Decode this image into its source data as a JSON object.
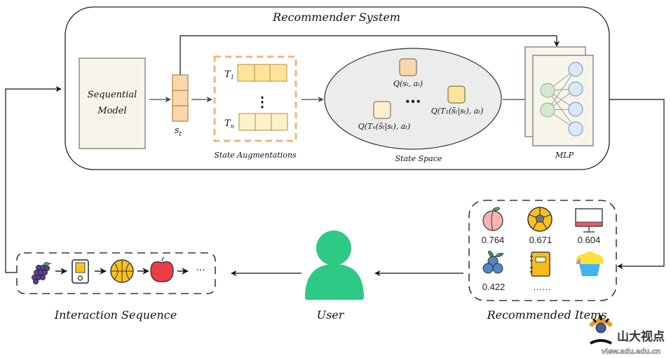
{
  "system": {
    "title": "Recommender System",
    "sequential_model": [
      "Sequential",
      "Model"
    ],
    "state_label": "s",
    "state_subscript": "t",
    "augmentations": {
      "label": "State Augmentations",
      "t1": "T",
      "t1_sub": "1",
      "tn": "T",
      "tn_sub": "n",
      "vdots": "⋮"
    },
    "state_space": {
      "label": "State Space",
      "q_original": "Q(sₜ, aₜ)",
      "q_t1": "Q(T₁(s̃ₜ|sₜ), aₜ)",
      "q_tn": "Q(Tₙ(s̃ₜ|sₜ), aₜ)",
      "ellipsis": "•••"
    },
    "mlp": {
      "label": "MLP"
    }
  },
  "recommended": {
    "label": "Recommended Items",
    "items": [
      {
        "icon": "peach-icon",
        "score": "0.764"
      },
      {
        "icon": "soccer-ball-icon",
        "score": "0.671"
      },
      {
        "icon": "monitor-icon",
        "score": "0.604"
      },
      {
        "icon": "blueberry-icon",
        "score": "0.422"
      },
      {
        "icon": "notebook-icon",
        "score": "……"
      },
      {
        "icon": "cupcake-icon",
        "score": ""
      }
    ]
  },
  "user": {
    "label": "User"
  },
  "interaction": {
    "label": "Interaction Sequence",
    "items": [
      "grapes-icon",
      "music-player-icon",
      "basketball-icon",
      "apple-icon"
    ],
    "ellipsis": "···"
  },
  "watermark": {
    "name": "山大视点",
    "url": "view.sdu.edu.cn"
  },
  "colors": {
    "state_fill": "#f9d7ad",
    "state_stroke": "#b78134",
    "aug_border": "#f0b57d",
    "t1_fill": "#fde39b",
    "tn_fill": "#fdf0cc",
    "ellipse_fill": "#ececec",
    "panel_fill": "#f7f4ea",
    "input_node": "#d5e8d4",
    "output_node": "#dae8fc",
    "user_green": "#2ec984"
  }
}
